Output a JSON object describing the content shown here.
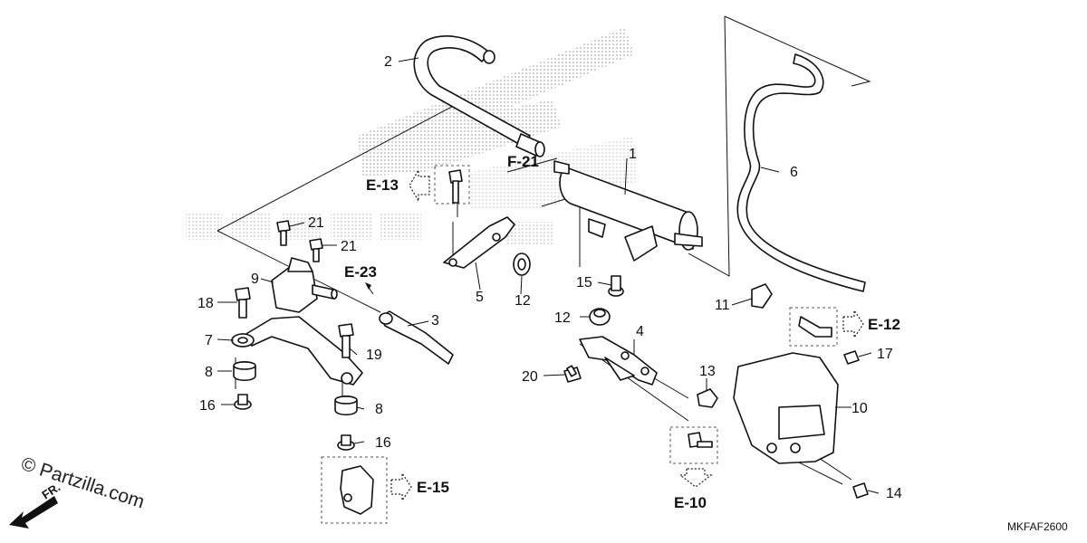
{
  "callouts": {
    "c1": "1",
    "c2": "2",
    "c3": "3",
    "c4": "4",
    "c5": "5",
    "c6": "6",
    "c7": "7",
    "c8a": "8",
    "c8b": "8",
    "c9": "9",
    "c10": "10",
    "c11": "11",
    "c12a": "12",
    "c12b": "12",
    "c13": "13",
    "c14": "14",
    "c15": "15",
    "c16a": "16",
    "c16b": "16",
    "c17": "17",
    "c18": "18",
    "c19": "19",
    "c20": "20",
    "c21a": "21",
    "c21b": "21"
  },
  "references": {
    "f21": "F-21",
    "e13": "E-13",
    "e23": "E-23",
    "e12": "E-12",
    "e15": "E-15",
    "e10": "E-10"
  },
  "watermark": "© Partzilla.com",
  "direction_label": "FR.",
  "diagram_code": "MKFAF2600"
}
